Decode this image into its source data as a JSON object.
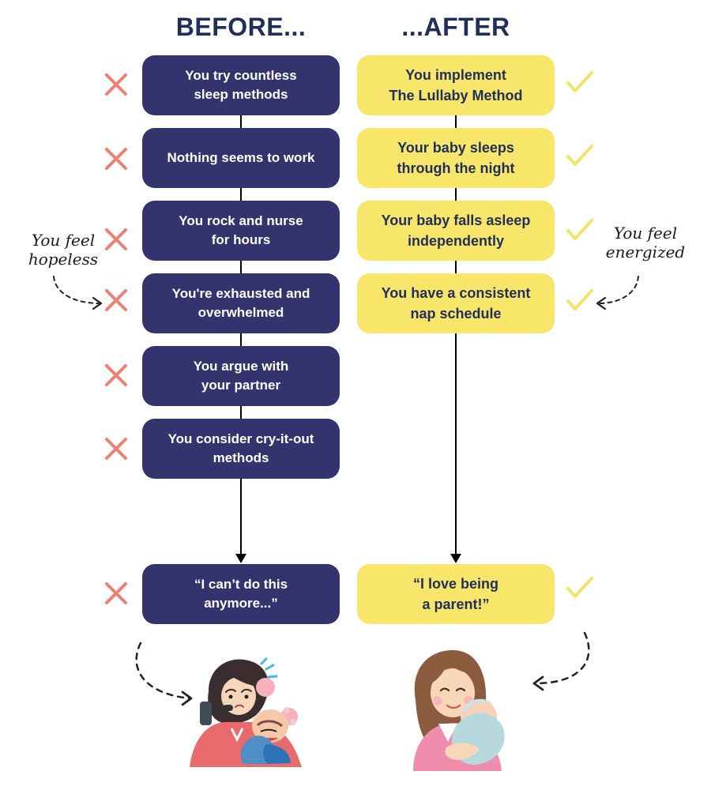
{
  "headers": {
    "before": "BEFORE...",
    "after": "...AFTER"
  },
  "before_steps": [
    "You try countless\nsleep methods",
    "Nothing seems to work",
    "You rock and nurse\nfor hours",
    "You're exhausted and\noverwhelmed",
    "You argue with\nyour partner",
    "You consider cry-it-out\nmethods"
  ],
  "before_result": "“I can’t do this\nanymore...”",
  "after_steps": [
    "You implement\nThe Lullaby Method",
    "Your baby sleeps\nthrough the night",
    "Your baby falls asleep\nindependently",
    "You have a consistent\nnap schedule"
  ],
  "after_result": "“I love being\na parent!”",
  "notes": {
    "before": "You feel\nhopeless",
    "after": "You feel\nenergized"
  },
  "icons": {
    "cross": "cross-icon",
    "check": "check-icon",
    "stressed_parent": "stressed-parent-illustration",
    "happy_parent": "happy-parent-illustration"
  },
  "colors": {
    "before_box": "#33336e",
    "after_box": "#f7e66a",
    "cross": "#ee7f72",
    "check": "#f2e36b",
    "heading": "#1f2f5a"
  }
}
